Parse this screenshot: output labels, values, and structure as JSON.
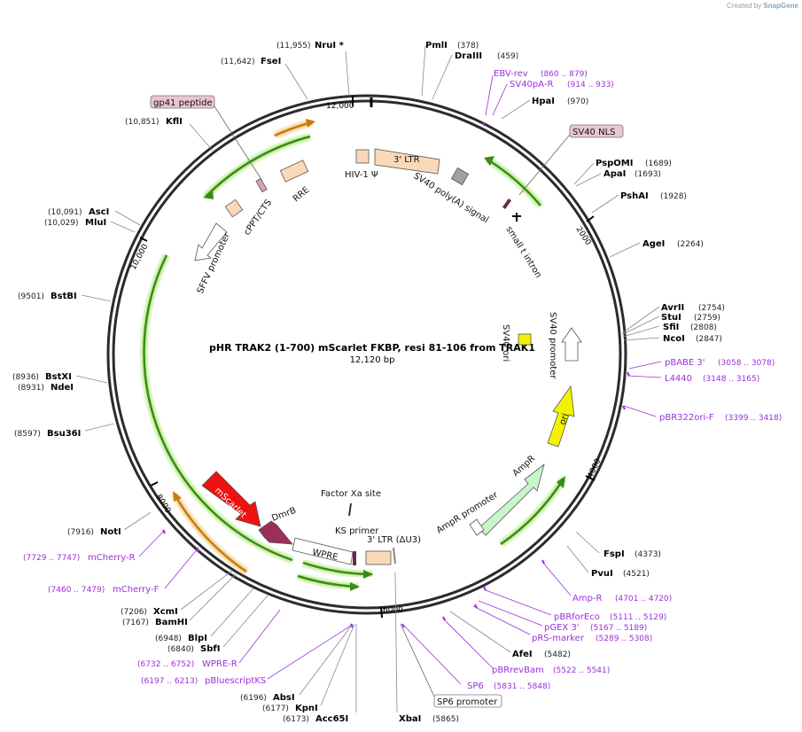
{
  "credit": {
    "prefix": "Created by",
    "brand": "SnapGene"
  },
  "plasmid": {
    "name": "pHR TRAK2 (1-700) mScarlet FKBP, resi 81-106 from TRAK1",
    "length_label": "12,120 bp",
    "ruler_labels": [
      "2000",
      "4000",
      "6000",
      "8000",
      "10,000",
      "12,000"
    ]
  },
  "restriction_sites": [
    {
      "name": "NruI *",
      "pos": "(11,955)"
    },
    {
      "name": "FseI",
      "pos": "(11,642)"
    },
    {
      "name": "KflI",
      "pos": "(10,851)"
    },
    {
      "name": "AscI",
      "pos": "(10,091)"
    },
    {
      "name": "MluI",
      "pos": "(10,029)"
    },
    {
      "name": "BstBI",
      "pos": "(9501)"
    },
    {
      "name": "BstXI",
      "pos": "(8936)"
    },
    {
      "name": "NdeI",
      "pos": "(8931)"
    },
    {
      "name": "Bsu36I",
      "pos": "(8597)"
    },
    {
      "name": "NotI",
      "pos": "(7916)"
    },
    {
      "name": "XcmI",
      "pos": "(7206)"
    },
    {
      "name": "BamHI",
      "pos": "(7167)"
    },
    {
      "name": "BlpI",
      "pos": "(6948)"
    },
    {
      "name": "SbfI",
      "pos": "(6840)"
    },
    {
      "name": "AbsI",
      "pos": "(6196)"
    },
    {
      "name": "KpnI",
      "pos": "(6177)"
    },
    {
      "name": "Acc65I",
      "pos": "(6173)"
    },
    {
      "name": "XbaI",
      "pos": "(5865)"
    },
    {
      "name": "PmlI",
      "pos": "(378)"
    },
    {
      "name": "DraIII",
      "pos": "(459)"
    },
    {
      "name": "HpaI",
      "pos": "(970)"
    },
    {
      "name": "PspOMI",
      "pos": "(1689)"
    },
    {
      "name": "ApaI",
      "pos": "(1693)"
    },
    {
      "name": "PshAI",
      "pos": "(1928)"
    },
    {
      "name": "AgeI",
      "pos": "(2264)"
    },
    {
      "name": "AvrII",
      "pos": "(2754)"
    },
    {
      "name": "StuI",
      "pos": "(2759)"
    },
    {
      "name": "SfiI",
      "pos": "(2808)"
    },
    {
      "name": "NcoI",
      "pos": "(2847)"
    },
    {
      "name": "FspI",
      "pos": "(4373)"
    },
    {
      "name": "PvuI",
      "pos": "(4521)"
    },
    {
      "name": "AfeI",
      "pos": "(5482)"
    }
  ],
  "primers": [
    {
      "name": "EBV-rev",
      "range": "(860 .. 879)"
    },
    {
      "name": "SV40pA-R",
      "range": "(914 .. 933)"
    },
    {
      "name": "pBABE 3'",
      "range": "(3058 .. 3078)"
    },
    {
      "name": "L4440",
      "range": "(3148 .. 3165)"
    },
    {
      "name": "pBR322ori-F",
      "range": "(3399 .. 3418)"
    },
    {
      "name": "Amp-R",
      "range": "(4701 .. 4720)"
    },
    {
      "name": "pBRforEco",
      "range": "(5111 .. 5129)"
    },
    {
      "name": "pGEX 3'",
      "range": "(5167 .. 5189)"
    },
    {
      "name": "pRS-marker",
      "range": "(5289 .. 5308)"
    },
    {
      "name": "pBRrevBam",
      "range": "(5522 .. 5541)"
    },
    {
      "name": "SP6",
      "range": "(5831 .. 5848)"
    },
    {
      "name": "mCherry-R",
      "range": "(7729 .. 7747)"
    },
    {
      "name": "mCherry-F",
      "range": "(7460 .. 7479)"
    },
    {
      "name": "WPRE-R",
      "range": "(6732 .. 6752)"
    },
    {
      "name": "pBluescriptKS",
      "range": "(6197 .. 6213)"
    }
  ],
  "boxed_labels": {
    "gp41": "gp41 peptide",
    "sv40nls": "SV40 NLS",
    "sp6promoter": "SP6 promoter"
  },
  "features": {
    "hiv1_psi": "HIV-1 Ψ",
    "ltr3": "3' LTR",
    "sv40polya": "SV40 poly(A) signal",
    "small_t": "small t intron",
    "rre": "RRE",
    "cppt": "cPPT/CTS",
    "sffv": "SFFV promoter",
    "sv40ori": "SV40 ori",
    "sv40promoter": "SV40 promoter",
    "ori": "ori",
    "ampr": "AmpR",
    "ampr_promoter": "AmpR promoter",
    "factor_xa": "Factor Xa site",
    "ks_primer": "KS primer",
    "ltr3_du3": "3' LTR (ΔU3)",
    "wpre": "WPRE",
    "dmrb": "DmrB",
    "mscarlet": "mScarlet"
  },
  "colors": {
    "backbone": "#2b2b2b",
    "primer": "#9b30d9",
    "orf_green": "#3a8a1a",
    "orf_glow": "#c6f0a0",
    "orange_arrow": "#c97a10",
    "orange_glow": "#f5d9a0",
    "ltr_fill": "#f9d9b8",
    "mscarlet": "#ee1111",
    "dmrb": "#9b2e5a",
    "ori": "#f2f200",
    "ampr": "#c9f5c9",
    "polya_gray": "#a0a0a0"
  }
}
